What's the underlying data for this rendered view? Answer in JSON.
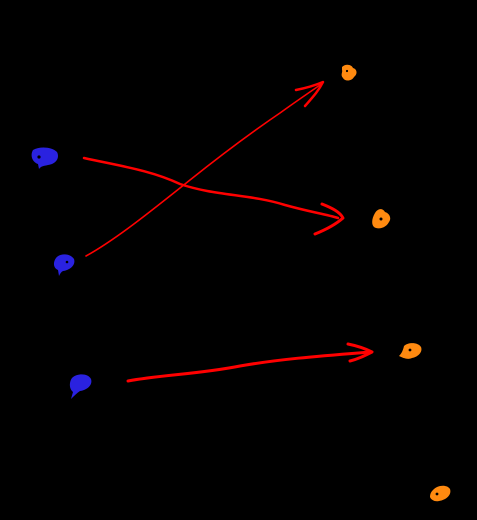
{
  "colors": {
    "background": "#000000",
    "source_dot": "#2a22e0",
    "target_dot": "#ff8a10",
    "arrow": "#ff0000"
  },
  "nodes": [
    {
      "id": "source-dot-1",
      "role": "source",
      "label": ""
    },
    {
      "id": "source-dot-2",
      "role": "source",
      "label": ""
    },
    {
      "id": "source-dot-3",
      "role": "source",
      "label": ""
    },
    {
      "id": "target-dot-1",
      "role": "target",
      "label": ""
    },
    {
      "id": "target-dot-2",
      "role": "target",
      "label": ""
    },
    {
      "id": "target-dot-3",
      "role": "target",
      "label": ""
    },
    {
      "id": "target-dot-4",
      "role": "target",
      "label": ""
    }
  ],
  "edges": [
    {
      "from": "source-dot-1",
      "to": "target-dot-2"
    },
    {
      "from": "source-dot-2",
      "to": "target-dot-1"
    },
    {
      "from": "source-dot-3",
      "to": "target-dot-3"
    }
  ]
}
